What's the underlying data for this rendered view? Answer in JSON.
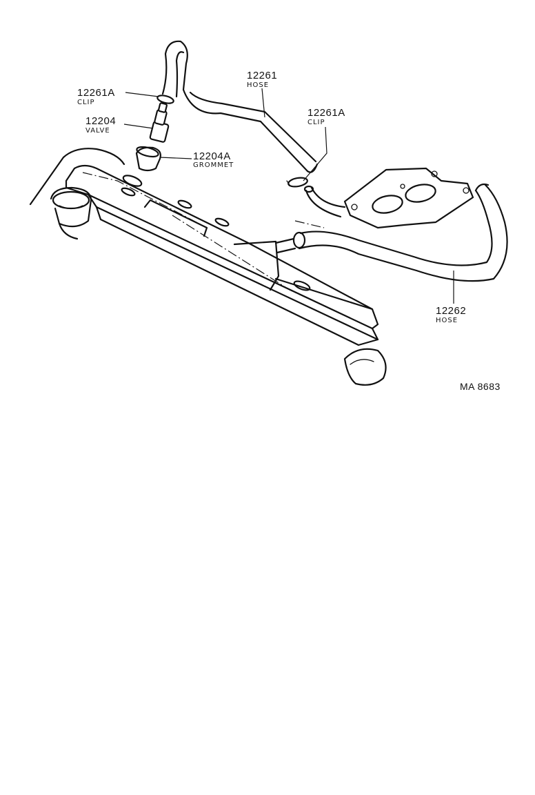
{
  "diagram": {
    "reference": "MA 8683",
    "callouts": [
      {
        "part_no": "12261A",
        "name": "CLIP"
      },
      {
        "part_no": "12204",
        "name": "VALVE"
      },
      {
        "part_no": "12204A",
        "name": "GROMMET"
      },
      {
        "part_no": "12261",
        "name": "HOSE"
      },
      {
        "part_no": "12261A",
        "name": "CLIP"
      },
      {
        "part_no": "12262",
        "name": "HOSE"
      }
    ]
  }
}
